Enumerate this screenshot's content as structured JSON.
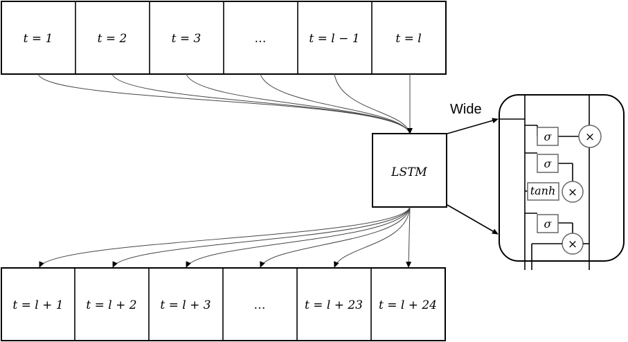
{
  "input_steps": [
    "t = 1",
    "t = 2",
    "t = 3",
    "…",
    "t = l − 1",
    "t = l"
  ],
  "output_steps": [
    "t = l + 1",
    "t = l + 2",
    "t = l + 3",
    "…",
    "t = l + 23",
    "t = l + 24"
  ],
  "lstm_label": "LSTM",
  "wide_label": "Wide",
  "cell": {
    "sigma": "σ",
    "tanh": "tanh",
    "times": "×"
  },
  "colors": {
    "stroke": "#000000",
    "gate_stroke": "#666666",
    "background": "#ffffff"
  }
}
